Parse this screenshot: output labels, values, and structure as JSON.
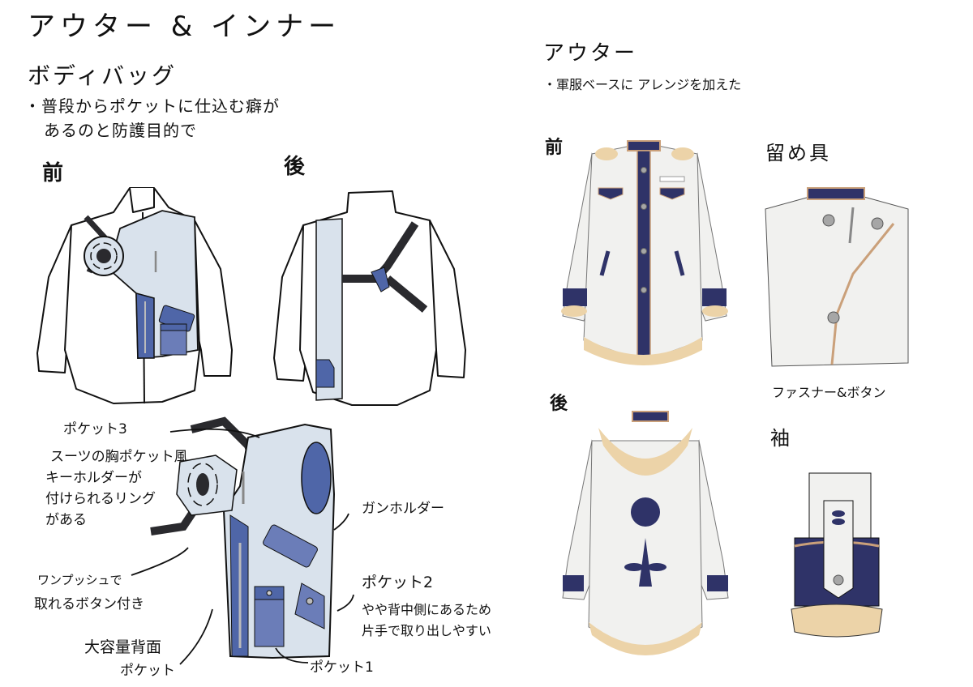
{
  "left": {
    "title": "アウター & インナー",
    "section": "ボディバッグ",
    "desc_line1": "・普段からポケットに仕込む癖が",
    "desc_line2": "あるのと防護目的で",
    "front_label": "前",
    "back_label": "後",
    "callouts": {
      "pocket3_title": "ポケット3",
      "pocket3_l1": "スーツの胸ポケット風",
      "pocket3_l2": "キーホルダーが",
      "pocket3_l3": "付けられるリング",
      "pocket3_l4": "がある",
      "onepush_l1": "ワンプッシュで",
      "onepush_l2": "取れるボタン付き",
      "gunholder": "ガンホルダー",
      "pocket2_title": "ポケット2",
      "pocket2_l1": "やや背中側にあるため",
      "pocket2_l2": "片手で取り出しやすい",
      "back_pocket_l1": "大容量背面",
      "back_pocket_l2": "ポケット",
      "pocket1": "ポケット1"
    }
  },
  "right": {
    "section": "アウター",
    "desc": "・軍服ベースに アレンジを加えた",
    "front_label": "前",
    "back_label": "後",
    "fastener_label": "留め具",
    "fastener_caption": "ファスナー&ボタン",
    "sleeve_label": "袖"
  },
  "colors": {
    "navy": "#2f3368",
    "bag_light": "#d9e2ec",
    "bag_blue": "#4f66a8",
    "fur": "#ecd3a8",
    "coat_white": "#f1f1ef",
    "strap": "#2a2a2e",
    "button_gray": "#a6a6a6",
    "trim_gold": "#caa07a"
  }
}
